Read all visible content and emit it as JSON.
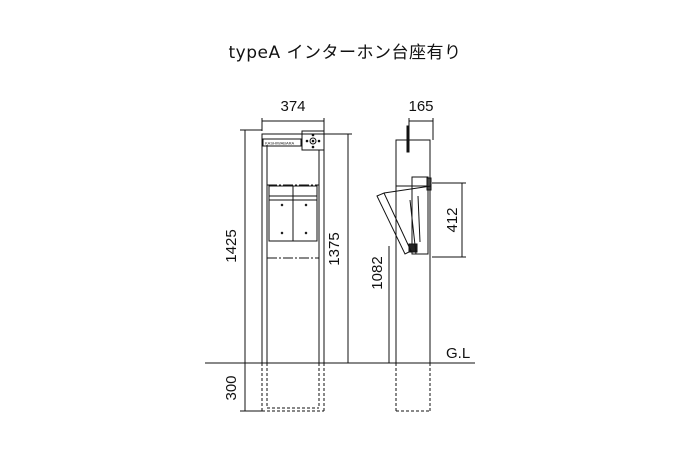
{
  "title": "typeA インターホン台座有り",
  "dims": {
    "front_width": "374",
    "front_total_height": "1425",
    "front_height": "1375",
    "front_buried": "300",
    "side_depth": "165",
    "side_box_height": "412",
    "side_post_height": "1082"
  },
  "ground_label": "G.L",
  "brand_plate": "KASHIWABARA"
}
